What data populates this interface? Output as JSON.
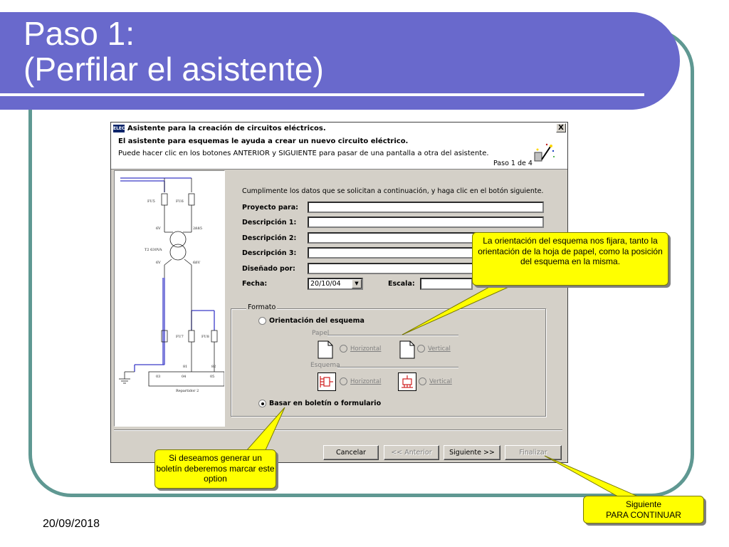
{
  "slide": {
    "title_line1": "Paso 1:",
    "title_line2": "(Perfilar el asistente)",
    "date": "20/09/2018"
  },
  "dialog": {
    "title": "Asistente para la creación de circuitos eléctricos.",
    "close_label": "X",
    "app_icon_label": "ELEC",
    "header_bold": "El asistente para esquemas le ayuda a crear un nuevo circuito eléctrico.",
    "header_text": "Puede hacer clic en los botones ANTERIOR y SIGUIENTE para pasar de una pantalla a otra del asistente.",
    "step": "Paso 1 de 4",
    "intro": "Cumplimente los datos que se solicitan a continuación, y haga clic en el botón siguiente.",
    "fields": {
      "proyecto_label": "Proyecto para:",
      "proyecto_value": "",
      "desc1_label": "Descripción 1:",
      "desc1_value": "",
      "desc2_label": "Descripción 2:",
      "desc2_value": "",
      "desc3_label": "Descripción 3:",
      "desc3_value": "",
      "disenado_label": "Diseñado por:",
      "disenado_value": "",
      "fecha_label": "Fecha:",
      "fecha_value": "20/10/04",
      "escala_label": "Escala:",
      "escala_value": ""
    },
    "formato": {
      "legend": "Formato",
      "orientacion_label": "Orientación del esquema",
      "orientacion_checked": false,
      "papel_head": "Papel",
      "esquema_head": "Esquema",
      "horizontal_label": "Horizontal",
      "vertical_label": "Vertical",
      "basar_label": "Basar en boletín o formulario",
      "basar_checked": true
    },
    "buttons": {
      "cancelar": "Cancelar",
      "anterior": "<< Anterior",
      "siguiente": "Siguiente >>",
      "finalizar": "Finalizar"
    },
    "schematic": {
      "labels": [
        "FU5",
        "FU6",
        "FU7",
        "FU8",
        "T2 630VA",
        "03",
        "04",
        "05",
        "Repartidor 2",
        "6V",
        "6V",
        "2ßß5",
        "6ßV",
        "81",
        "82"
      ]
    }
  },
  "callouts": {
    "orientation_note": "La orientación del esquema nos fijara, tanto la orientación de la hoja de papel, como la  posición del esquema en la misma.",
    "boletin_note": "Si deseamos generar un boletín deberemos marcar este option",
    "continue_line1": "Siguiente",
    "continue_line2": "PARA CONTINUAR"
  },
  "colors": {
    "title_band": "#6969cc",
    "frame_border": "#5f9892",
    "dialog_face": "#d4d0c8",
    "callout_fill": "#ffff00",
    "schematic_wire": "#3a3ac8"
  }
}
